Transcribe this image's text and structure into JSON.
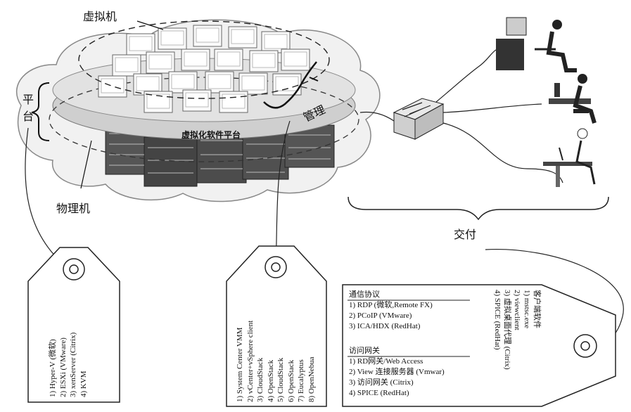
{
  "labels": {
    "vm": "虚拟机",
    "platform": [
      "平",
      "台"
    ],
    "management": "管理",
    "virt_platform": "虚拟化软件平台",
    "physical": "物理机",
    "delivery": "交付"
  },
  "tag1": {
    "items": [
      "1) Hyper-V (微软)",
      "2) ESXi (VMware)",
      "3) xenServer (Citrix)",
      "4) KVM"
    ]
  },
  "tag2": {
    "items": [
      "1) System Center VMM",
      "2) vCenter+vSphere client",
      "3) CloudStack",
      "4) OpenStack",
      "5) CloudStack",
      "6) OpenStack",
      "7) Eucalyptus",
      "8) OpenNebua"
    ]
  },
  "tag3": {
    "protocols_title": "通信协议",
    "protocols": [
      "1) RDP (微软,Remote FX)",
      "2) PCoIP (VMware)",
      "3) ICA/HDX (RedHat)"
    ],
    "gateway_title": "访问网关",
    "gateways": [
      "1) RD网关/Web Access",
      "2) View 连接服务器 (Vmwar)",
      "3) 访问网关 (Citrix)",
      "4) SPICE (RedHat)"
    ],
    "client_title": "客户端软件",
    "clients": [
      "1) mstsc.exe",
      "2) viewclient",
      "3) 虚拟桌面代理 (Citrix)",
      "4) SPICE (RedHat)"
    ]
  }
}
